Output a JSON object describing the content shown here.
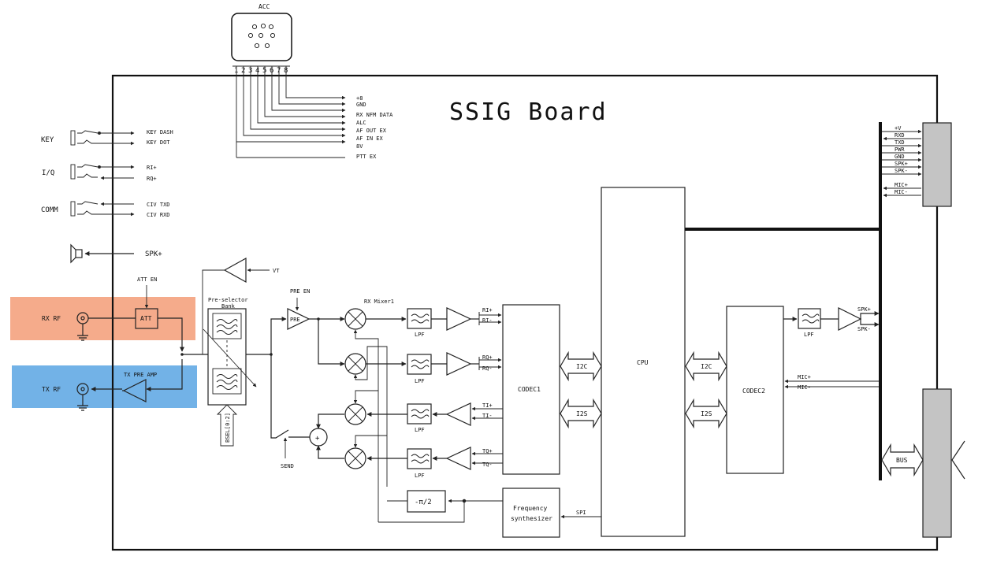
{
  "title": "SSIG Board",
  "acc": {
    "label": "ACC",
    "pin_numbers": [
      "1",
      "2",
      "3",
      "4",
      "5",
      "6",
      "7",
      "8"
    ],
    "signals": [
      "+8",
      "GND",
      "RX NFM DATA",
      "ALC",
      "AF OUT EX",
      "AF IN EX",
      "8V",
      "PTT EX"
    ]
  },
  "key": {
    "label": "KEY",
    "signals": [
      "KEY DASH",
      "KEY DOT"
    ]
  },
  "iq": {
    "label": "I/Q",
    "signals": [
      "RI+",
      "RQ+"
    ]
  },
  "comm": {
    "label": "COMM",
    "signals": [
      "CIV TXD",
      "CIV RXD"
    ]
  },
  "spk": {
    "label": "SPK+"
  },
  "rf": {
    "rx_label": "RX RF",
    "tx_label": "TX RF",
    "att_label": "ATT",
    "att_en_label": "ATT EN",
    "tx_pre_amp_label": "TX PRE AMP"
  },
  "preselector": {
    "label_line1": "Pre-selector",
    "label_line2": "Bank",
    "bsel_label": "BSEL[0:2]",
    "vt_label": "VT"
  },
  "pre": {
    "label": "PRE",
    "en_label": "PRE EN"
  },
  "mixer_label": "RX Mixer1",
  "send_label": "SEND",
  "lpf_label": "LPF",
  "codec1": {
    "label": "CODEC1",
    "signals": [
      "RI+",
      "RI-",
      "RQ+",
      "RQ-",
      "TI+",
      "TI-",
      "TQ+",
      "TQ-"
    ]
  },
  "codec2": {
    "label": "CODEC2",
    "mic_signals": [
      "MIC+",
      "MIC-"
    ]
  },
  "cpu_label": "CPU",
  "i2c_label": "I2C",
  "i2s_label": "I2S",
  "spi_label": "SPI",
  "bus_label": "BUS",
  "phase_label": "-π/2",
  "freq_synth": {
    "line1": "Frequency",
    "line2": "synthesizer"
  },
  "spk_out_signals": [
    "SPK+",
    "SPK-"
  ],
  "right_connector": [
    "+V",
    "RXD",
    "TXD",
    "PWR",
    "GND",
    "SPK+",
    "SPK-",
    "MIC+",
    "MIC-"
  ],
  "colors": {
    "rx_highlight": "#f4a27e",
    "tx_highlight": "#6aaee6",
    "connector_fill": "#c4c4c4",
    "line": "#222222"
  }
}
